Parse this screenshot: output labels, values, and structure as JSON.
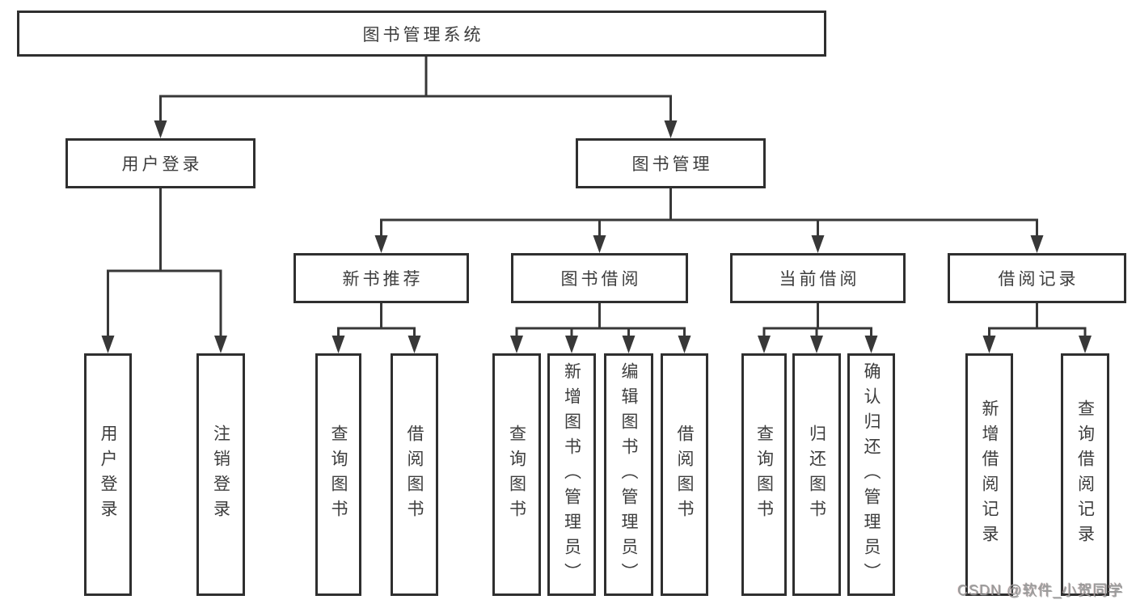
{
  "diagram": {
    "root": {
      "label": "图书管理系统"
    },
    "level2": [
      {
        "id": "user-login",
        "label": "用户登录"
      },
      {
        "id": "book-management",
        "label": "图书管理"
      }
    ],
    "level3": [
      {
        "id": "new-book-recommend",
        "label": "新书推荐"
      },
      {
        "id": "book-borrow",
        "label": "图书借阅"
      },
      {
        "id": "current-borrow",
        "label": "当前借阅"
      },
      {
        "id": "borrow-records",
        "label": "借阅记录"
      }
    ],
    "leaves": [
      {
        "id": "leaf-user-login",
        "label": "用户登录"
      },
      {
        "id": "leaf-logout",
        "label": "注销登录"
      },
      {
        "id": "leaf-query-books-recommend",
        "label": "查询图书"
      },
      {
        "id": "leaf-borrow-book-recommend",
        "label": "借阅图书"
      },
      {
        "id": "leaf-query-books-borrow",
        "label": "查询图书"
      },
      {
        "id": "leaf-add-book-admin",
        "label": "新增图书（管理员）"
      },
      {
        "id": "leaf-edit-book-admin",
        "label": "编辑图书（管理员）"
      },
      {
        "id": "leaf-borrow-book",
        "label": "借阅图书"
      },
      {
        "id": "leaf-query-books-current",
        "label": "查询图书"
      },
      {
        "id": "leaf-return-book",
        "label": "归还图书"
      },
      {
        "id": "leaf-confirm-return-admin",
        "label": "确认归还（管理员）"
      },
      {
        "id": "leaf-add-borrow-record",
        "label": "新增借阅记录"
      },
      {
        "id": "leaf-query-borrow-record",
        "label": "查询借阅记录"
      }
    ]
  },
  "watermark": {
    "text": "CSDN @软件_小贺同学"
  },
  "colors": {
    "line": "#383838",
    "box_border": "#2f2f2f",
    "text": "#3d3d3d",
    "watermark": "#9a9a9a",
    "background": "#ffffff"
  }
}
